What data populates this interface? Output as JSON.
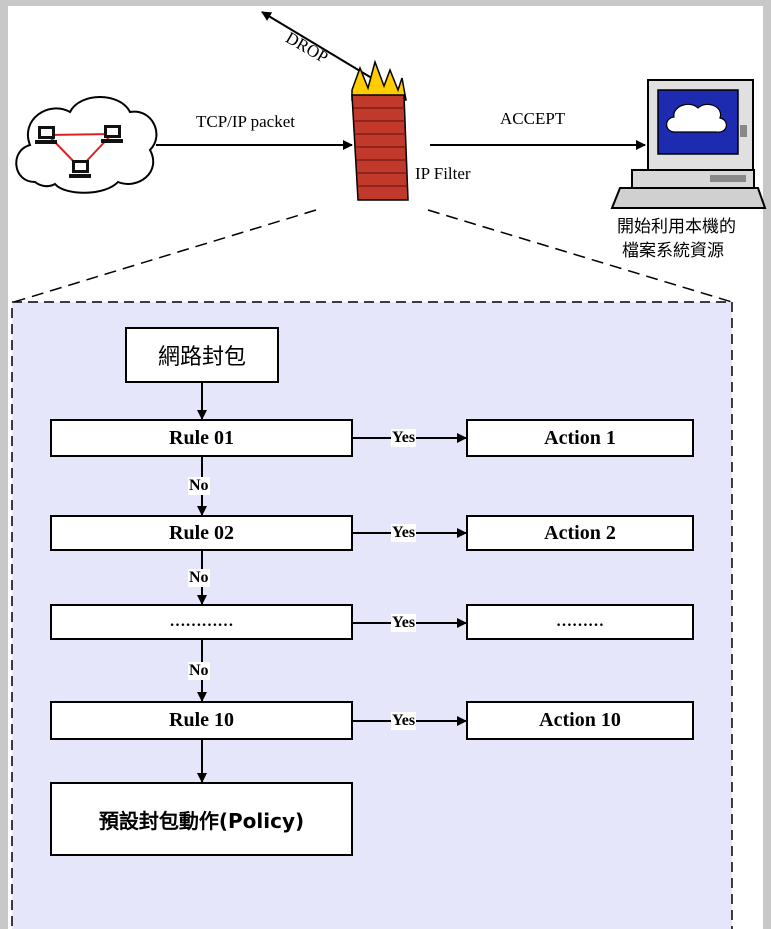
{
  "top": {
    "drop_label": "DROP",
    "packet_label": "TCP/IP packet",
    "filter_label": "IP Filter",
    "accept_label": "ACCEPT",
    "computer_caption_line1": "開始利用本機的",
    "computer_caption_line2": "檔案系統資源"
  },
  "flow": {
    "start_label": "網路封包",
    "rules": [
      {
        "rule": "Rule 01",
        "action": "Action 1"
      },
      {
        "rule": "Rule 02",
        "action": "Action 2"
      },
      {
        "rule": "…………",
        "action": "………"
      },
      {
        "rule": "Rule 10",
        "action": "Action 10"
      }
    ],
    "yes_label": "Yes",
    "no_label": "No",
    "policy_label": "預設封包動作(Policy)"
  },
  "colors": {
    "panel_fill": "#e6e6fa",
    "frame": "#c8c8c8",
    "fire": "#ffcc00",
    "brick": "#c0392b",
    "screen": "#1c2bb0"
  },
  "icons": [
    "network-cloud-icon",
    "firewall-icon",
    "computer-icon",
    "laptop-icon"
  ]
}
